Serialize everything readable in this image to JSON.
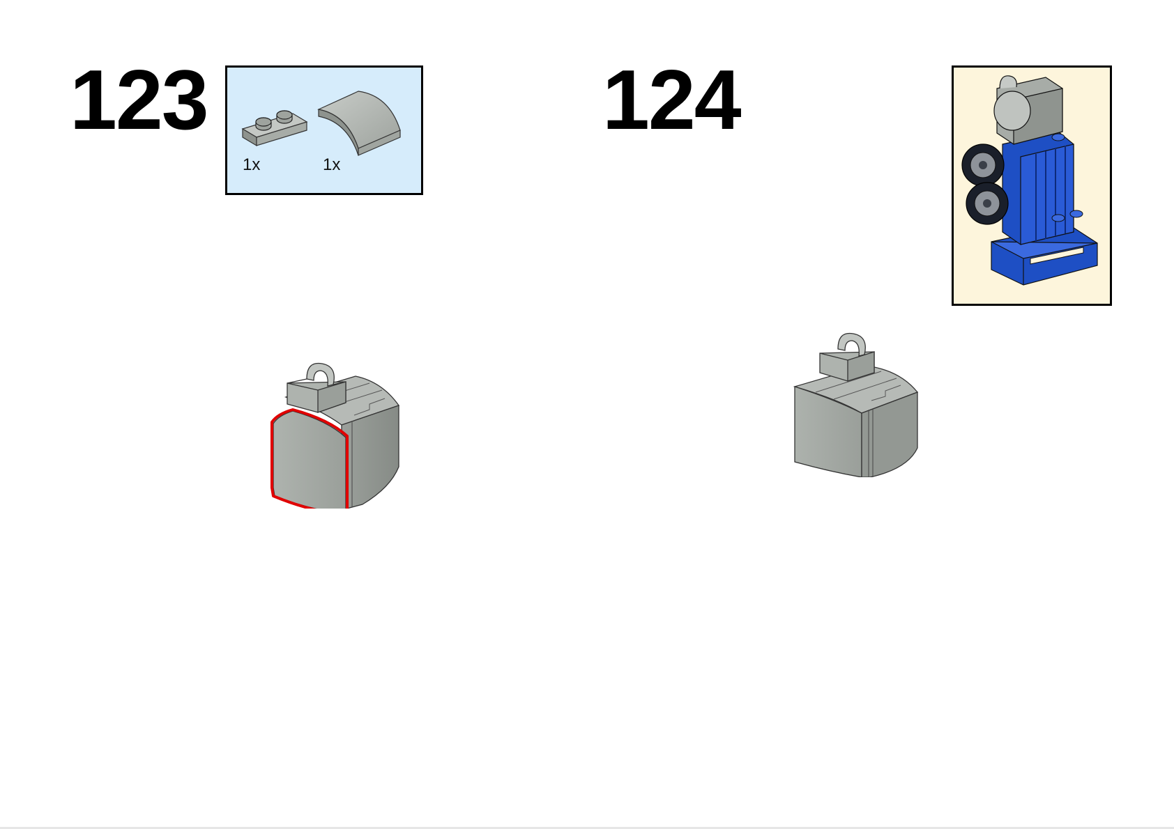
{
  "steps": [
    {
      "number": "123",
      "parts": [
        {
          "icon": "plate-1x2-icon",
          "qty": "1x",
          "color": "#a3a8a3"
        },
        {
          "icon": "curved-slope-icon",
          "qty": "1x",
          "color": "#a3a8a3"
        }
      ],
      "highlight_color": "#e00000"
    },
    {
      "number": "124",
      "preview_icon": "finished-projector-model-icon"
    }
  ],
  "colors": {
    "callout_background": "#d6ecfb",
    "preview_background": "#fdf5dc",
    "part_gray": "#a3a8a3",
    "model_blue": "#1e4fc4",
    "tire_black": "#1a1f2a"
  }
}
